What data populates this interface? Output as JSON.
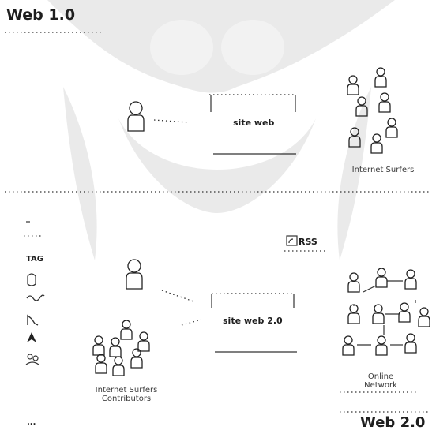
{
  "diagram": {
    "web1": {
      "heading": "Web 1.0",
      "site_label": "site web",
      "audience_label": "Internet Surfers"
    },
    "web2": {
      "heading": "Web 2.0",
      "site_label": "site web 2.0",
      "rss_label": "RSS",
      "contributors_label_line1": "Internet Surfers",
      "contributors_label_line2": "Contributors",
      "network_label_line1": "Online",
      "network_label_line2": "Network",
      "sidebar": {
        "tag_label": "TAG",
        "more_label": "..."
      }
    }
  }
}
